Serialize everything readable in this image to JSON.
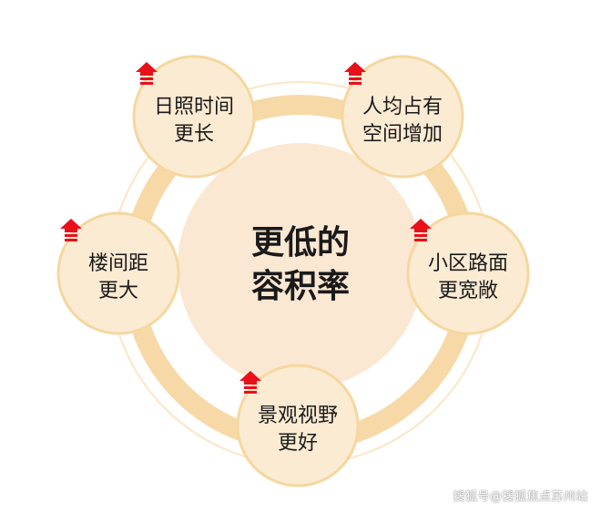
{
  "colors": {
    "ring_outer": "#fbe6c4",
    "ring_band": "#f7d9a8",
    "center_fill": "#fbe8d2",
    "node_fill": "#fcebd3",
    "node_stroke": "#f5d79f",
    "arrow_red": "#e8101a",
    "text": "#1a1a1a"
  },
  "center": {
    "line1": "更低的",
    "line2": "容积率"
  },
  "nodes": [
    {
      "line1": "日照时间",
      "line2": "更长",
      "arrow_icon": "red-up-arrow-icon"
    },
    {
      "line1": "人均占有",
      "line2": "空间增加",
      "arrow_icon": "red-up-arrow-icon"
    },
    {
      "line1": "小区路面",
      "line2": "更宽敞",
      "arrow_icon": "red-up-arrow-icon"
    },
    {
      "line1": "景观视野",
      "line2": "更好",
      "arrow_icon": "red-up-arrow-icon"
    },
    {
      "line1": "楼间距",
      "line2": "更大",
      "arrow_icon": "red-up-arrow-icon"
    }
  ],
  "watermark": "搜狐号@搜狐焦点苏州站"
}
